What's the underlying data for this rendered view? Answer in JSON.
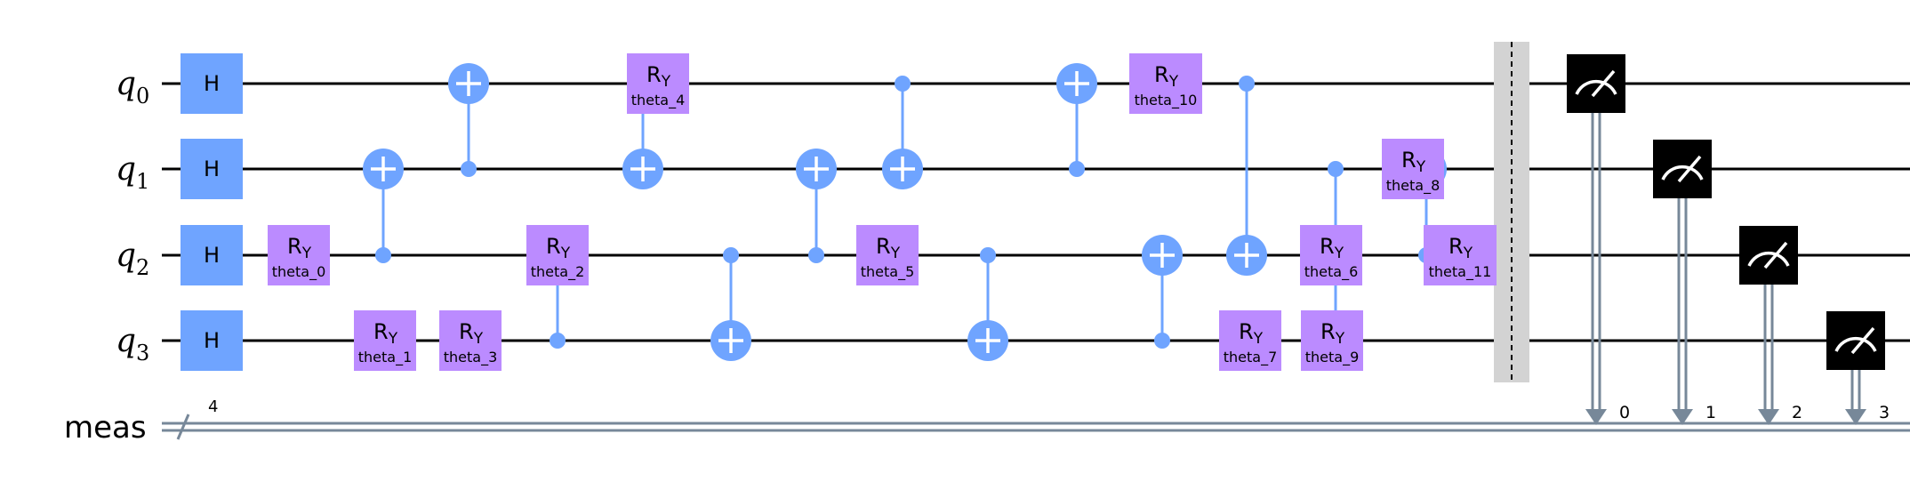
{
  "circuit": {
    "qubits": [
      {
        "symbol": "q",
        "index": "0"
      },
      {
        "symbol": "q",
        "index": "1"
      },
      {
        "symbol": "q",
        "index": "2"
      },
      {
        "symbol": "q",
        "index": "3"
      }
    ],
    "classical_register": {
      "label": "meas",
      "width": "4"
    },
    "gate_labels": {
      "h": "H",
      "ry_main": "R",
      "ry_sub": "Y"
    },
    "h_gates": [
      {
        "qubit": 0
      },
      {
        "qubit": 1
      },
      {
        "qubit": 2
      },
      {
        "qubit": 3
      }
    ],
    "ry_gates": [
      {
        "qubit": 2,
        "param": "theta_0"
      },
      {
        "qubit": 3,
        "param": "theta_1"
      },
      {
        "qubit": 3,
        "param": "theta_3"
      },
      {
        "qubit": 2,
        "param": "theta_2"
      },
      {
        "qubit": 0,
        "param": "theta_4"
      },
      {
        "qubit": 2,
        "param": "theta_5"
      },
      {
        "qubit": 0,
        "param": "theta_10"
      },
      {
        "qubit": 3,
        "param": "theta_7"
      },
      {
        "qubit": 1,
        "param": "theta_8"
      },
      {
        "qubit": 2,
        "param": "theta_6"
      },
      {
        "qubit": 3,
        "param": "theta_9"
      },
      {
        "qubit": 2,
        "param": "theta_11"
      }
    ],
    "cnot_gates": [
      {
        "control": 2,
        "target": 1
      },
      {
        "control": 1,
        "target": 0
      },
      {
        "control": 3,
        "target": 2
      },
      {
        "control": 0,
        "target": 1
      },
      {
        "control": 2,
        "target": 3
      },
      {
        "control": 2,
        "target": 1
      },
      {
        "control": 0,
        "target": 1
      },
      {
        "control": 2,
        "target": 3
      },
      {
        "control": 1,
        "target": 0
      },
      {
        "control": 3,
        "target": 2
      },
      {
        "control": 0,
        "target": 2
      },
      {
        "control": 1,
        "target": 3
      },
      {
        "control": 2,
        "target": 1
      }
    ],
    "barrier": {
      "qubits": [
        0,
        1,
        2,
        3
      ]
    },
    "measurements": [
      {
        "qubit": 0,
        "bit": "0"
      },
      {
        "qubit": 1,
        "bit": "1"
      },
      {
        "qubit": 2,
        "bit": "2"
      },
      {
        "qubit": 3,
        "bit": "3"
      }
    ],
    "colors": {
      "h_gate": "#6fa4ff",
      "ry_gate": "#bb8bff",
      "cnot": "#6fa4ff",
      "measure_box": "#000000",
      "classical_wire": "#778899",
      "barrier": "#d3d3d3"
    }
  }
}
